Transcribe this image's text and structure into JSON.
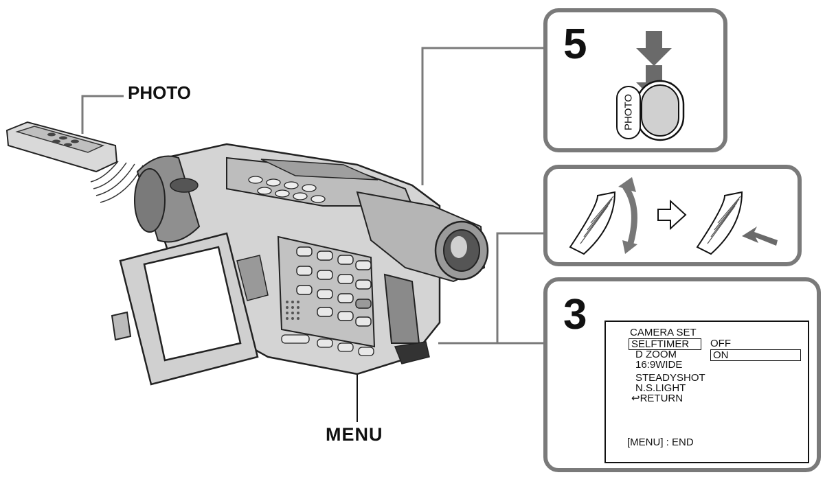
{
  "labels": {
    "photo": "PHOTO",
    "menu": "MENU",
    "photo_button_text": "PHOTO"
  },
  "steps": {
    "step5": "5",
    "step3": "3"
  },
  "lcd_menu": {
    "title": "CAMERA SET",
    "items": [
      "SELFTIMER",
      "D ZOOM",
      "16:9WIDE",
      "STEADYSHOT",
      "N.S.LIGHT",
      "↩RETURN"
    ],
    "options": [
      "OFF",
      "ON"
    ],
    "footer": "[MENU] : END"
  },
  "icons": {
    "panel5": [
      "down-arrow-icon",
      "down-arrow-icon"
    ],
    "wheel_panel": [
      "dial-rotate-icon",
      "hollow-right-arrow-icon",
      "dial-press-icon"
    ],
    "lcd_side": [
      "camera-menu-icon",
      "timer-icon",
      "etc-icon",
      "return-icon"
    ]
  },
  "colors": {
    "panel_border": "#7a7a7a",
    "ink": "#111111",
    "body_gray": "#cfcfcf",
    "dark_gray": "#6a6a6a"
  }
}
